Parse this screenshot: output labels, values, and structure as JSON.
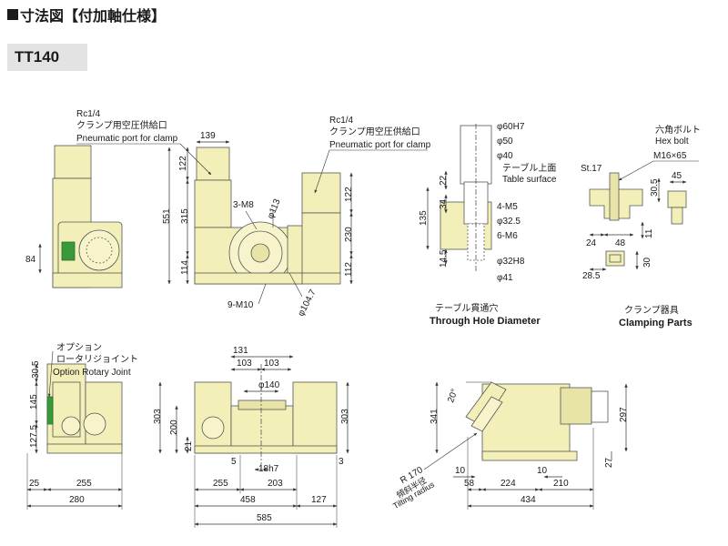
{
  "header": {
    "title": "寸法図【付加軸仕様】",
    "model": "TT140"
  },
  "colors": {
    "body": "#f3efb8",
    "outline": "#555555",
    "dim": "#333333",
    "panel": "#e3e3e3",
    "accent": "#3a9a3a"
  },
  "notes": {
    "rc_left_1": "Rc1/4",
    "rc_left_2": "クランプ用空圧供給口",
    "rc_left_3": "Pneumatic port for clamp",
    "rc_right_1": "Rc1/4",
    "rc_right_2": "クランプ用空圧供給口",
    "rc_right_3": "Pneumatic port for clamp",
    "option_1": "オプション",
    "option_2": "ロータリジョイント",
    "option_3": "Option Rotary Joint",
    "hex_1": "六角ボルト",
    "hex_2": "Hex bolt",
    "table_surface_1": "テーブル上面",
    "table_surface_2": "Table surface",
    "tilt_1": "傾斜半径",
    "tilt_2": "Tilting radius"
  },
  "captions": {
    "through_jp": "テーブル貫通穴",
    "through_en": "Through Hole Diameter",
    "clamp_jp": "クランプ器具",
    "clamp_en": "Clamping Parts"
  },
  "dims": {
    "front": {
      "d139": "139",
      "d122": "122",
      "d551": "551",
      "d315": "315",
      "d114": "114",
      "m8": "3-M8",
      "d113": "φ113",
      "m10": "9-M10",
      "d104": "φ104.7",
      "d84": "84",
      "r122": "122",
      "r230": "230",
      "r112": "112"
    },
    "hole": {
      "d60": "φ60H7",
      "d50": "φ50",
      "d40": "φ40",
      "d22": "22",
      "d34": "34",
      "d135": "135",
      "d145": "14.5",
      "m5": "4-M5",
      "d325": "φ32.5",
      "m6": "6-M6",
      "d32h8": "φ32H8",
      "d41": "φ41"
    },
    "clamp": {
      "st17": "St.17",
      "m16": "M16×65",
      "d45": "45",
      "d305": "30.5",
      "d24": "24",
      "d48": "48",
      "d11": "11",
      "d285": "28.5",
      "d30": "30"
    },
    "side": {
      "d305": "30.5",
      "d145": "145",
      "d1275": "127.5",
      "d25": "25",
      "d255": "255",
      "d280": "280"
    },
    "top": {
      "d131": "131",
      "d103a": "103",
      "d103b": "103",
      "d140": "φ140",
      "d303l": "303",
      "d200": "200",
      "d21": "21",
      "d5": "5",
      "d18h7": "18h7",
      "d303r": "303",
      "d3": "3",
      "d255": "255",
      "d203": "203",
      "d458": "458",
      "d127": "127",
      "d585": "585"
    },
    "tilt": {
      "d20": "20°",
      "d341": "341",
      "r170": "R 170",
      "d297": "297",
      "d27": "27",
      "d10a": "10",
      "d10b": "10",
      "d58": "58",
      "d224": "224",
      "d210": "210",
      "d434": "434"
    }
  }
}
